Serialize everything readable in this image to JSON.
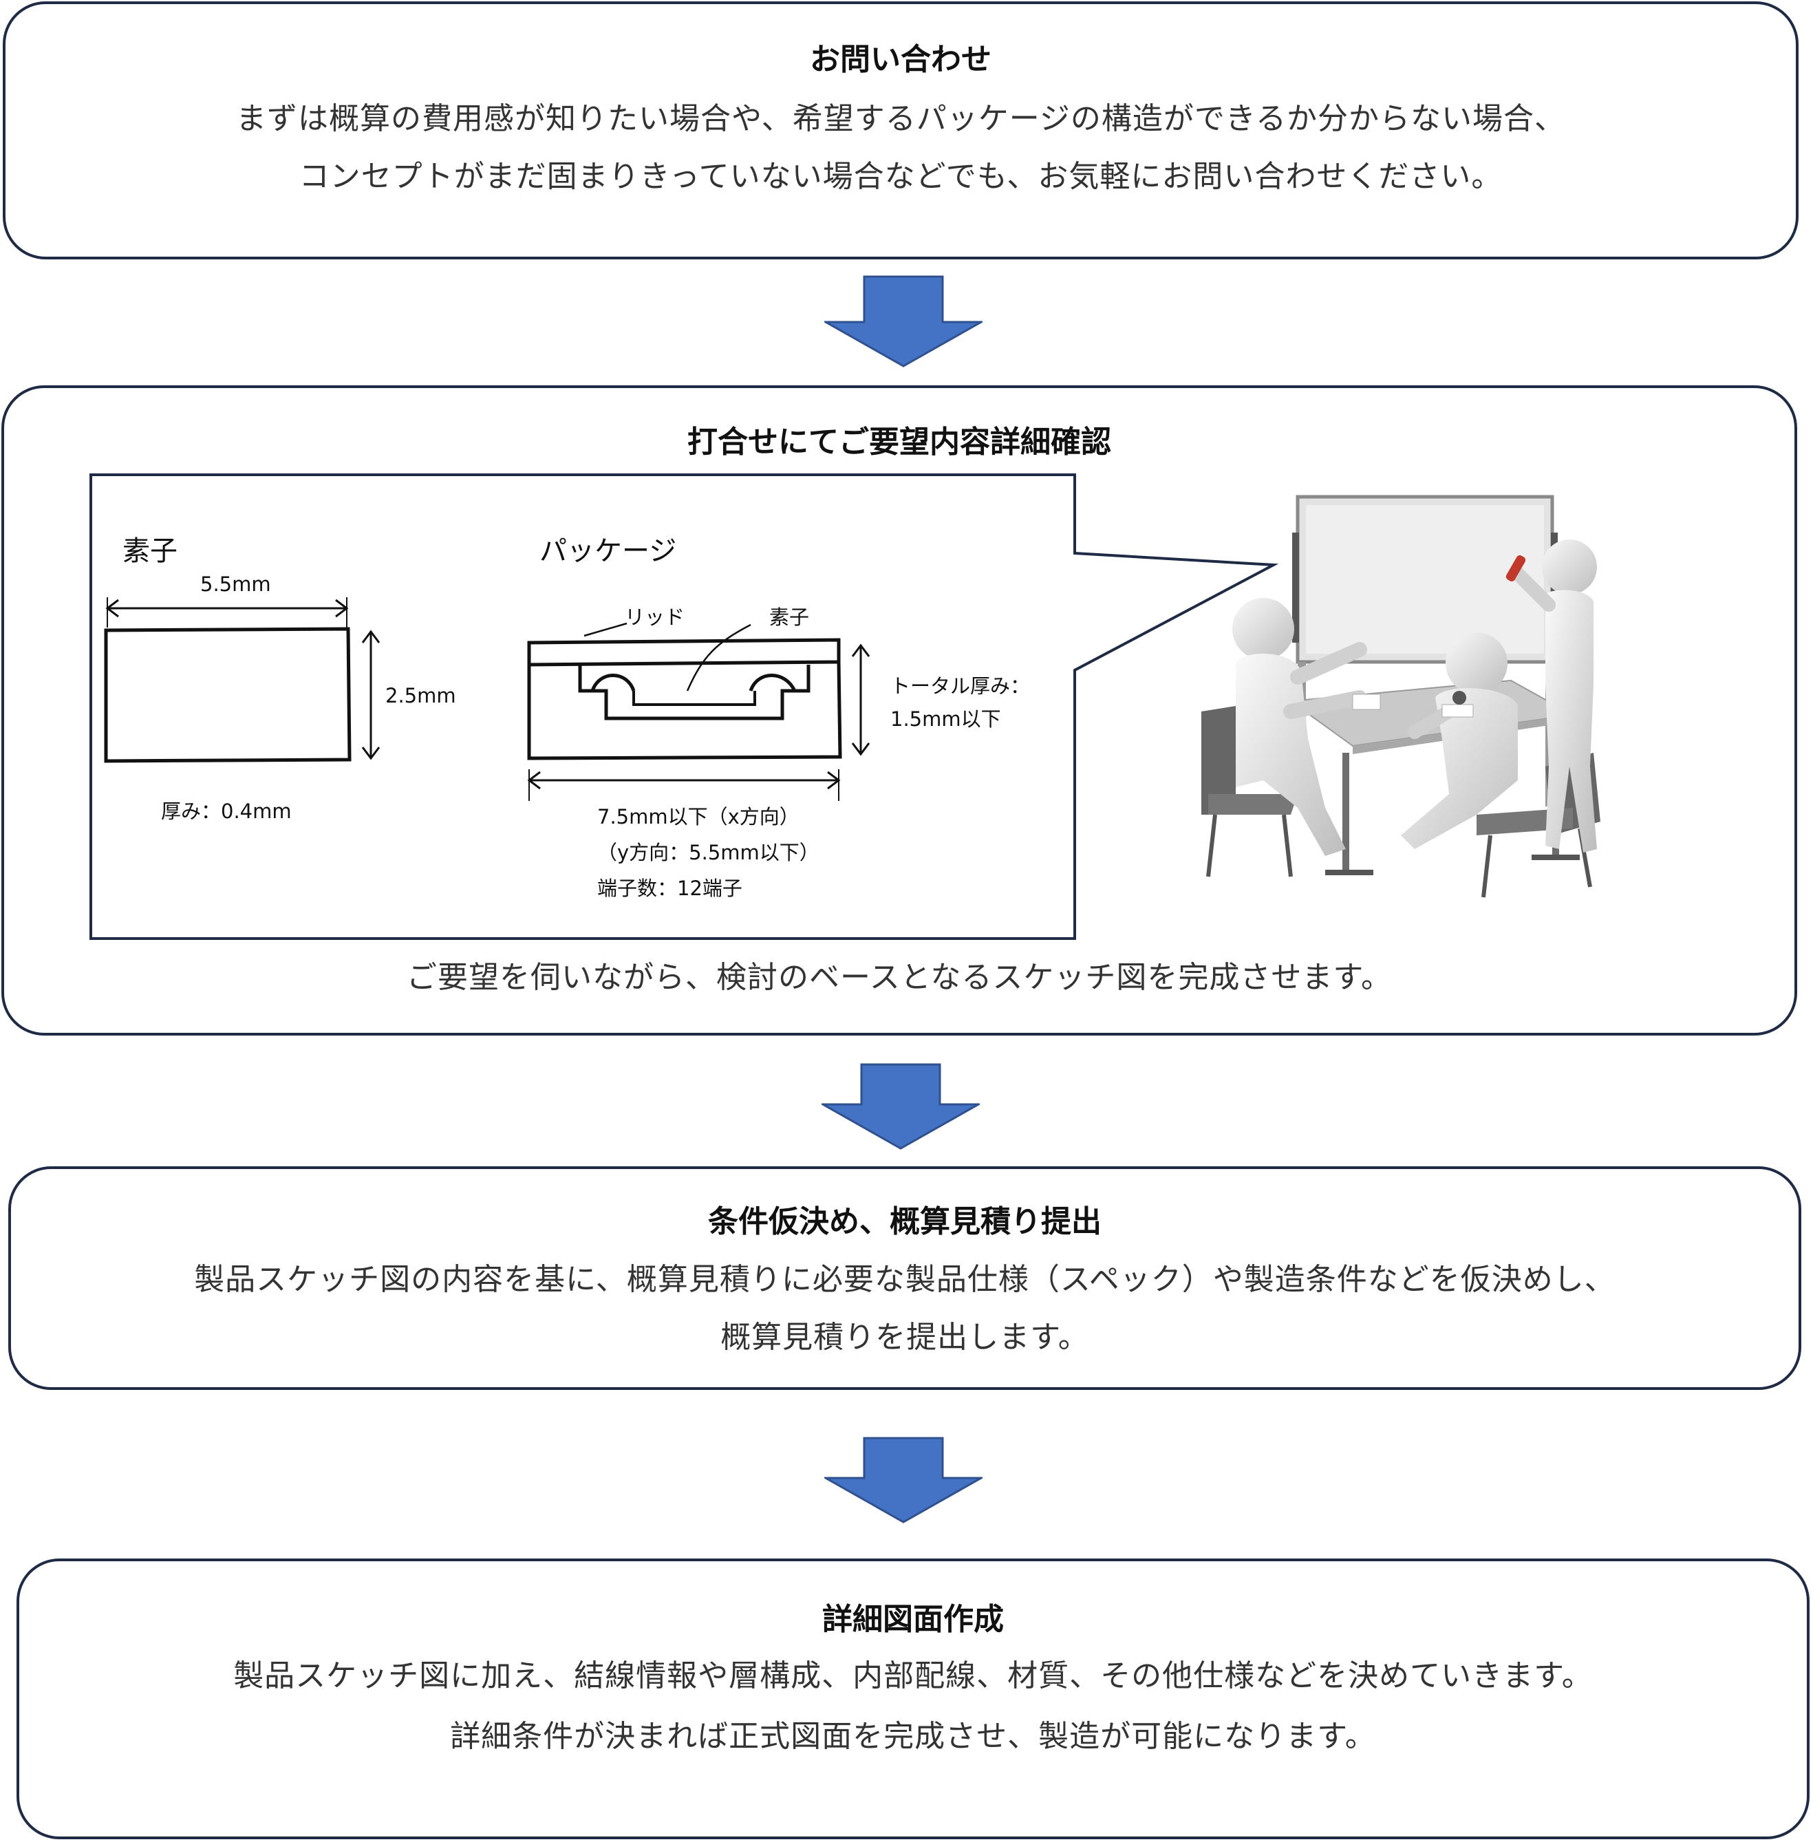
{
  "colors": {
    "box_border": "#1f2b45",
    "arrow": "#4472c4",
    "arrow_border": "#2f528f"
  },
  "steps": [
    {
      "title": "お問い合わせ",
      "lines": [
        "まずは概算の費用感が知りたい場合や、希望するパッケージの構造ができるか分からない場合、",
        "コンセプトがまだ固まりきっていない場合などでも、お気軽にお問い合わせください。"
      ]
    },
    {
      "title": "打合せにてご要望内容詳細確認",
      "lines": [
        "ご要望を伺いながら、検討のベースとなるスケッチ図を完成させます。"
      ]
    },
    {
      "title": "条件仮決め、概算見積り提出",
      "lines": [
        "製品スケッチ図の内容を基に、概算見積りに必要な製品仕様（スペック）や製造条件などを仮決めし、",
        "概算見積りを提出します。"
      ]
    },
    {
      "title": "詳細図面作成",
      "lines": [
        "製品スケッチ図に加え、結線情報や層構成、内部配線、材質、その他仕様などを決めていきます。",
        "詳細条件が決まれば正式図面を完成させ、製造が可能になります。"
      ]
    }
  ],
  "sketch": {
    "element_heading": "素子",
    "element_width": "5.5mm",
    "element_height": "2.5mm",
    "element_thickness": "厚み：0.4mm",
    "package_heading": "パッケージ",
    "lid_label": "リッド",
    "element_label": "素子",
    "total_thickness_1": "トータル厚み：",
    "total_thickness_2": "1.5mm以下",
    "x_dim": "7.5mm以下（x方向）",
    "y_dim": "（y方向：5.5mm以下）",
    "terminals": "端子数：12端子"
  }
}
